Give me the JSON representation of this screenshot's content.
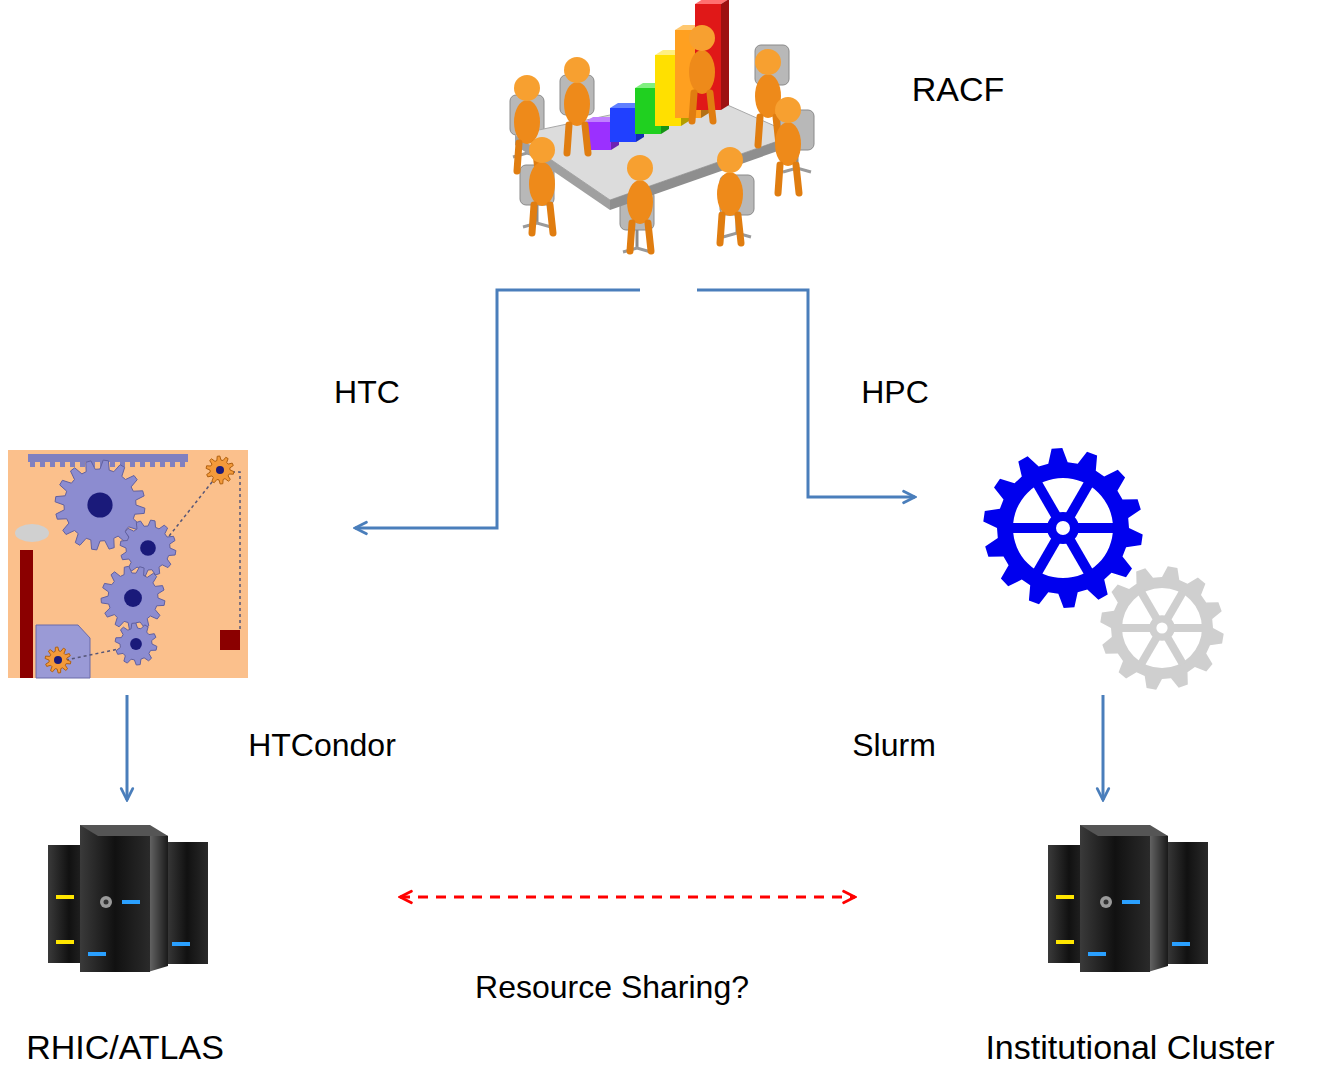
{
  "diagram": {
    "nodes": [
      {
        "text": [
          "RACF"
        ]
      },
      {
        "text": []
      },
      {
        "text": []
      },
      {
        "text": [
          "RHIC/ATLAS"
        ]
      },
      {
        "text": [
          "Institutional Cluster"
        ]
      }
    ],
    "edges": [
      {
        "from": 0,
        "to": 1,
        "arrow": "to",
        "label": "HTC"
      },
      {
        "from": 0,
        "to": 2,
        "arrow": "to",
        "label": "HPC"
      },
      {
        "from": 1,
        "to": 3,
        "arrow": "to",
        "label": "HTCondor"
      },
      {
        "from": 2,
        "to": 4,
        "arrow": "to",
        "label": "Slurm"
      },
      {
        "from": 3,
        "to": 4,
        "arrow": "both",
        "label": "Resource Sharing?"
      }
    ]
  }
}
